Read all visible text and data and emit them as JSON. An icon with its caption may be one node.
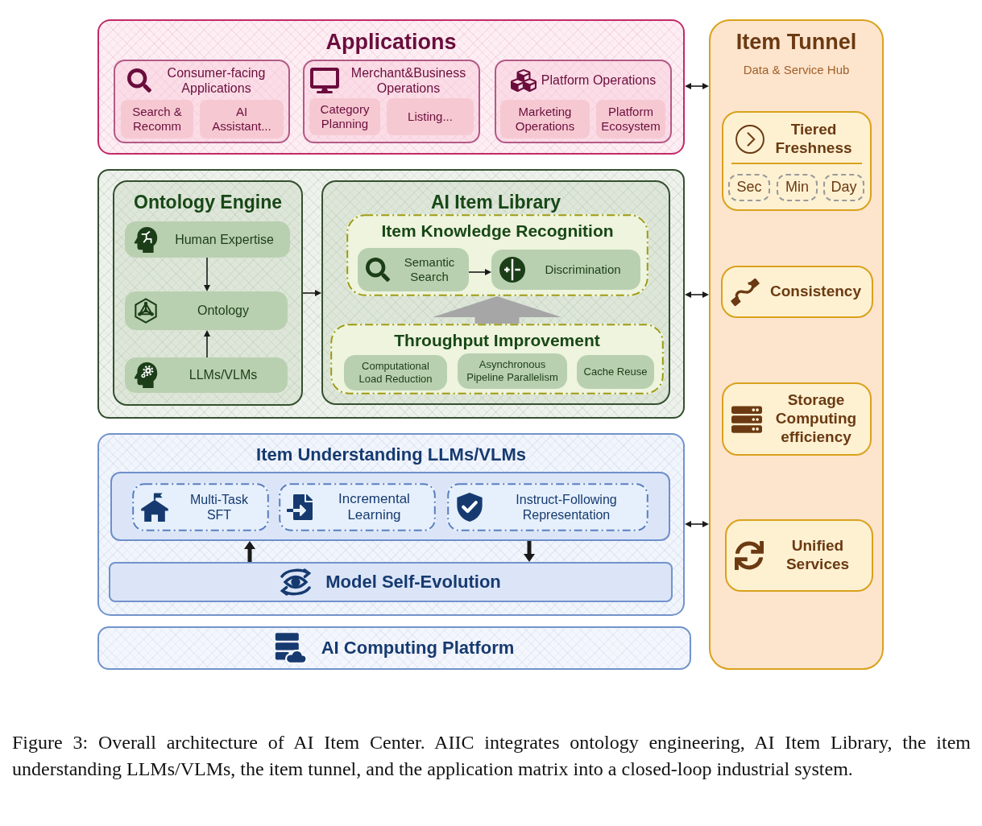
{
  "diagram": {
    "caption": "Figure 3: Overall architecture of AI Item Center. AIIC integrates ontology engineering, AI Item Library, the item understanding LLMs/VLMs, the item tunnel, and the application matrix into a closed-loop industrial system.",
    "nodes": [
      {
        "text": [
          "Applications"
        ]
      },
      {
        "text": [
          "Consumer-facing Applications"
        ],
        "in": 0
      },
      {
        "text": [
          "Search & Recomm"
        ],
        "in": 1
      },
      {
        "text": [
          "AI Assistant..."
        ],
        "in": 1
      },
      {
        "text": [
          "Merchant&Business Operations"
        ],
        "in": 0
      },
      {
        "text": [
          "Category Planning"
        ],
        "in": 4
      },
      {
        "text": [
          "Listing..."
        ],
        "in": 4
      },
      {
        "text": [
          "Platform Operations"
        ],
        "in": 0
      },
      {
        "text": [
          "Marketing Operations"
        ],
        "in": 7
      },
      {
        "text": [
          "Platform Ecosystem"
        ],
        "in": 7
      },
      {
        "text": [],
        "shape": "box"
      },
      {
        "text": [
          "Ontology Engine"
        ],
        "in": 10
      },
      {
        "text": [
          "Human Expertise"
        ],
        "in": 11
      },
      {
        "text": [
          "Ontology"
        ],
        "in": 11
      },
      {
        "text": [
          "LLMs/VLMs"
        ],
        "in": 11
      },
      {
        "text": [
          "AI Item Library"
        ],
        "in": 10
      },
      {
        "text": [
          "Item Knowledge Recognition"
        ],
        "in": 15
      },
      {
        "text": [
          "Semantic Search"
        ],
        "in": 16
      },
      {
        "text": [
          "Discrimination"
        ],
        "in": 16
      },
      {
        "text": [
          "Throughput Improvement"
        ],
        "in": 15
      },
      {
        "text": [
          "Computational Load Reduction"
        ],
        "in": 19
      },
      {
        "text": [
          "Asynchronous Pipeline Parallelism"
        ],
        "in": 19
      },
      {
        "text": [
          "Cache Reuse"
        ],
        "in": 19
      },
      {
        "text": [
          "Item Understanding LLMs/VLMs"
        ]
      },
      {
        "text": [],
        "shape": "box",
        "in": 23
      },
      {
        "text": [
          "Multi-Task SFT"
        ],
        "in": 24
      },
      {
        "text": [
          "Incremental Learning"
        ],
        "in": 24
      },
      {
        "text": [
          "Instruct-Following Representation"
        ],
        "in": 24
      },
      {
        "text": [
          "Model Self-Evolution"
        ],
        "in": 23
      },
      {
        "text": [
          "AI Computing Platform"
        ]
      },
      {
        "text": [
          "Item Tunnel",
          "Data & Service Hub"
        ]
      },
      {
        "text": [
          "Tiered Freshness"
        ],
        "in": 30
      },
      {
        "text": [
          "Sec"
        ],
        "in": 31
      },
      {
        "text": [
          "Min"
        ],
        "in": 31
      },
      {
        "text": [
          "Day"
        ],
        "in": 31
      },
      {
        "text": [
          "Consistency"
        ],
        "in": 30
      },
      {
        "text": [
          "Storage Computing efficiency"
        ],
        "in": 30
      },
      {
        "text": [
          "Unified Services"
        ],
        "in": 30
      }
    ],
    "edges": [
      {
        "from": 12,
        "to": 13,
        "arrow": "to"
      },
      {
        "from": 14,
        "to": 13,
        "arrow": "to"
      },
      {
        "from": 11,
        "to": 15,
        "arrow": "to"
      },
      {
        "from": 17,
        "to": 18,
        "arrow": "to"
      },
      {
        "from": 19,
        "to": 16,
        "arrow": "to",
        "style": "thick",
        "color": "#a6a6a6"
      },
      {
        "from": 28,
        "to": 24,
        "arrow": "to",
        "style": "thick"
      },
      {
        "from": 24,
        "to": 28,
        "arrow": "to",
        "style": "thick"
      },
      {
        "from": 0,
        "to": 30,
        "arrow": "both"
      },
      {
        "from": 10,
        "to": 30,
        "arrow": "both"
      },
      {
        "from": 23,
        "to": 30,
        "arrow": "both"
      }
    ]
  }
}
